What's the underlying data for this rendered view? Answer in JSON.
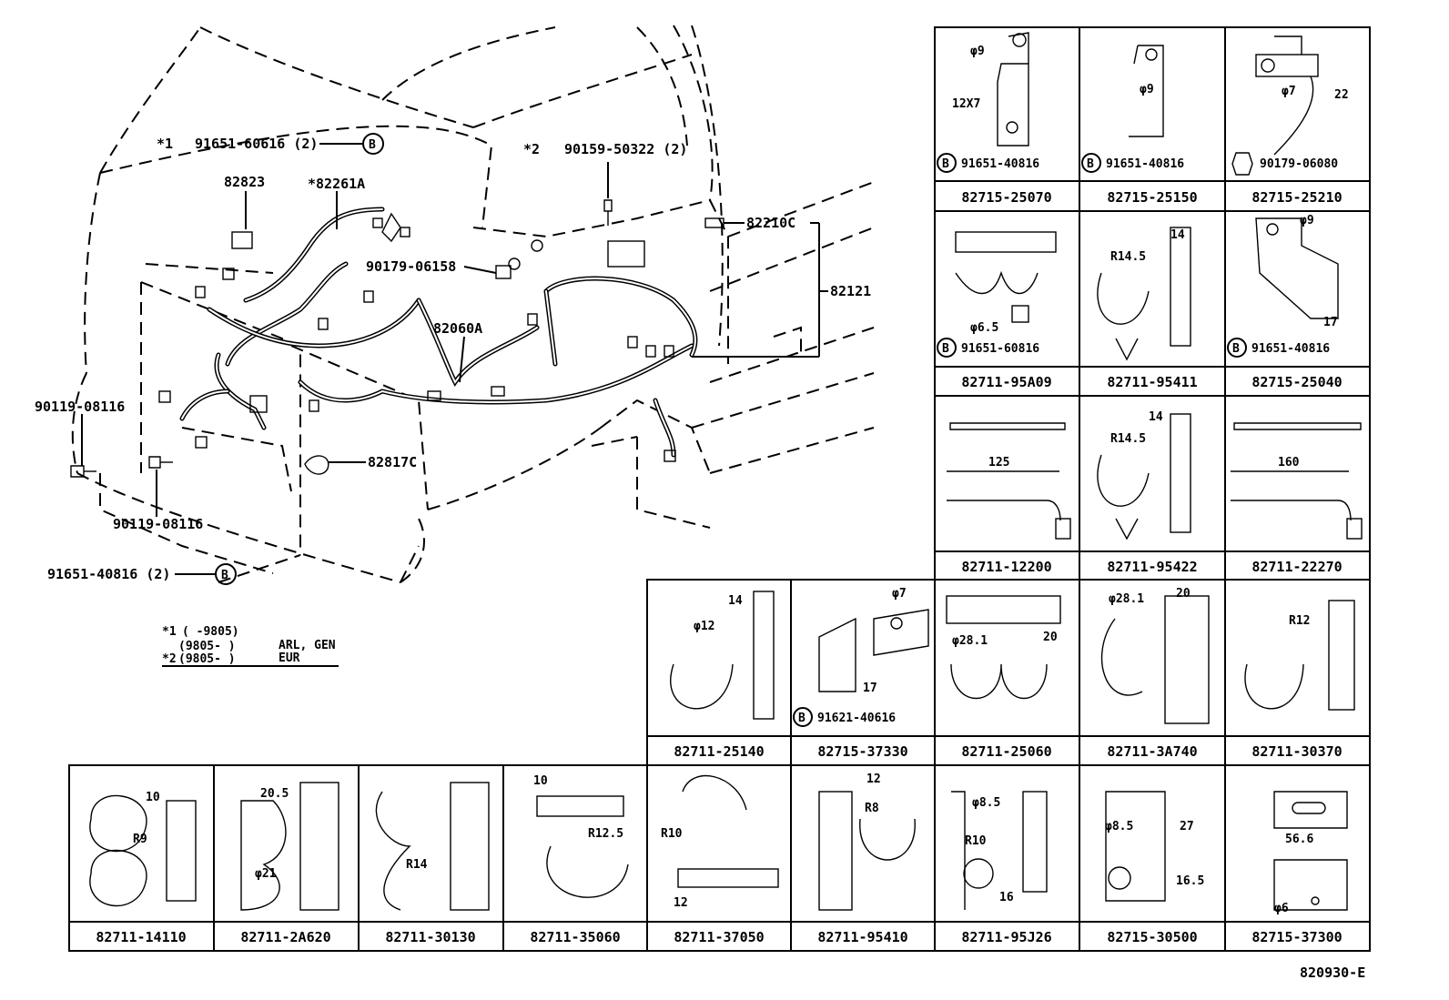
{
  "main": {
    "callouts": [
      {
        "id": "c1",
        "text": "*1"
      },
      {
        "id": "c2",
        "text": "91651-60616 (2)"
      },
      {
        "id": "c3",
        "text": "*2"
      },
      {
        "id": "c4",
        "text": "90159-50322 (2)"
      },
      {
        "id": "c5",
        "text": "82823"
      },
      {
        "id": "c6",
        "text": "*82261A"
      },
      {
        "id": "c7",
        "text": "82210C"
      },
      {
        "id": "c8",
        "text": "90179-06158"
      },
      {
        "id": "c9",
        "text": "82121"
      },
      {
        "id": "c10",
        "text": "82060A"
      },
      {
        "id": "c11",
        "text": "90119-08116"
      },
      {
        "id": "c12",
        "text": "82817C"
      },
      {
        "id": "c13",
        "text": "90119-08116"
      },
      {
        "id": "c14",
        "text": "91651-40816 (2)"
      }
    ],
    "ref_letter": "B",
    "notes": {
      "row1_mark": "*1",
      "row1_range": "(      -9805)",
      "row2_range": "(9805-      )",
      "row2_region": "ARL, GEN",
      "row3_mark": "*2",
      "row3_range": "(9805-      )",
      "row3_region": "EUR"
    }
  },
  "parts_grid": [
    {
      "part": "82715-25070",
      "dims": [
        "φ9",
        "12X7"
      ],
      "fastener": "91651-40816"
    },
    {
      "part": "82715-25150",
      "dims": [
        "φ9"
      ],
      "fastener": "91651-40816"
    },
    {
      "part": "82715-25210",
      "dims": [
        "φ7",
        "22"
      ],
      "fastener": "90179-06080"
    },
    {
      "part": "82711-95A09",
      "dims": [
        "φ6.5"
      ],
      "fastener": "91651-60816"
    },
    {
      "part": "82711-95411",
      "dims": [
        "R14.5",
        "14"
      ]
    },
    {
      "part": "82715-25040",
      "dims": [
        "φ9",
        "17"
      ],
      "fastener": "91651-40816"
    },
    {
      "part": "82711-12200",
      "dims": [
        "125"
      ]
    },
    {
      "part": "82711-95422",
      "dims": [
        "R14.5",
        "14"
      ]
    },
    {
      "part": "82711-22270",
      "dims": [
        "160"
      ]
    },
    {
      "part": "82711-25140",
      "dims": [
        "φ12",
        "14"
      ]
    },
    {
      "part": "82715-37330",
      "dims": [
        "φ7",
        "17"
      ],
      "fastener": "91621-40616"
    },
    {
      "part": "82711-25060",
      "dims": [
        "φ28.1",
        "20"
      ]
    },
    {
      "part": "82711-3A740",
      "dims": [
        "φ28.1",
        "20"
      ]
    },
    {
      "part": "82711-30370",
      "dims": [
        "R12"
      ]
    },
    {
      "part": "82711-14110",
      "dims": [
        "10",
        "R9"
      ]
    },
    {
      "part": "82711-2A620",
      "dims": [
        "20.5",
        "φ21"
      ]
    },
    {
      "part": "82711-30130",
      "dims": [
        "R14"
      ]
    },
    {
      "part": "82711-35060",
      "dims": [
        "10",
        "R12.5"
      ]
    },
    {
      "part": "82711-37050",
      "dims": [
        "R10",
        "12"
      ]
    },
    {
      "part": "82711-95410",
      "dims": [
        "12",
        "R8"
      ]
    },
    {
      "part": "82711-95J26",
      "dims": [
        "φ8.5",
        "R10",
        "16"
      ]
    },
    {
      "part": "82715-30500",
      "dims": [
        "φ8.5",
        "27",
        "16.5"
      ]
    },
    {
      "part": "82715-37300",
      "dims": [
        "56.6",
        "φ6"
      ]
    }
  ],
  "figure_id": "820930-E"
}
